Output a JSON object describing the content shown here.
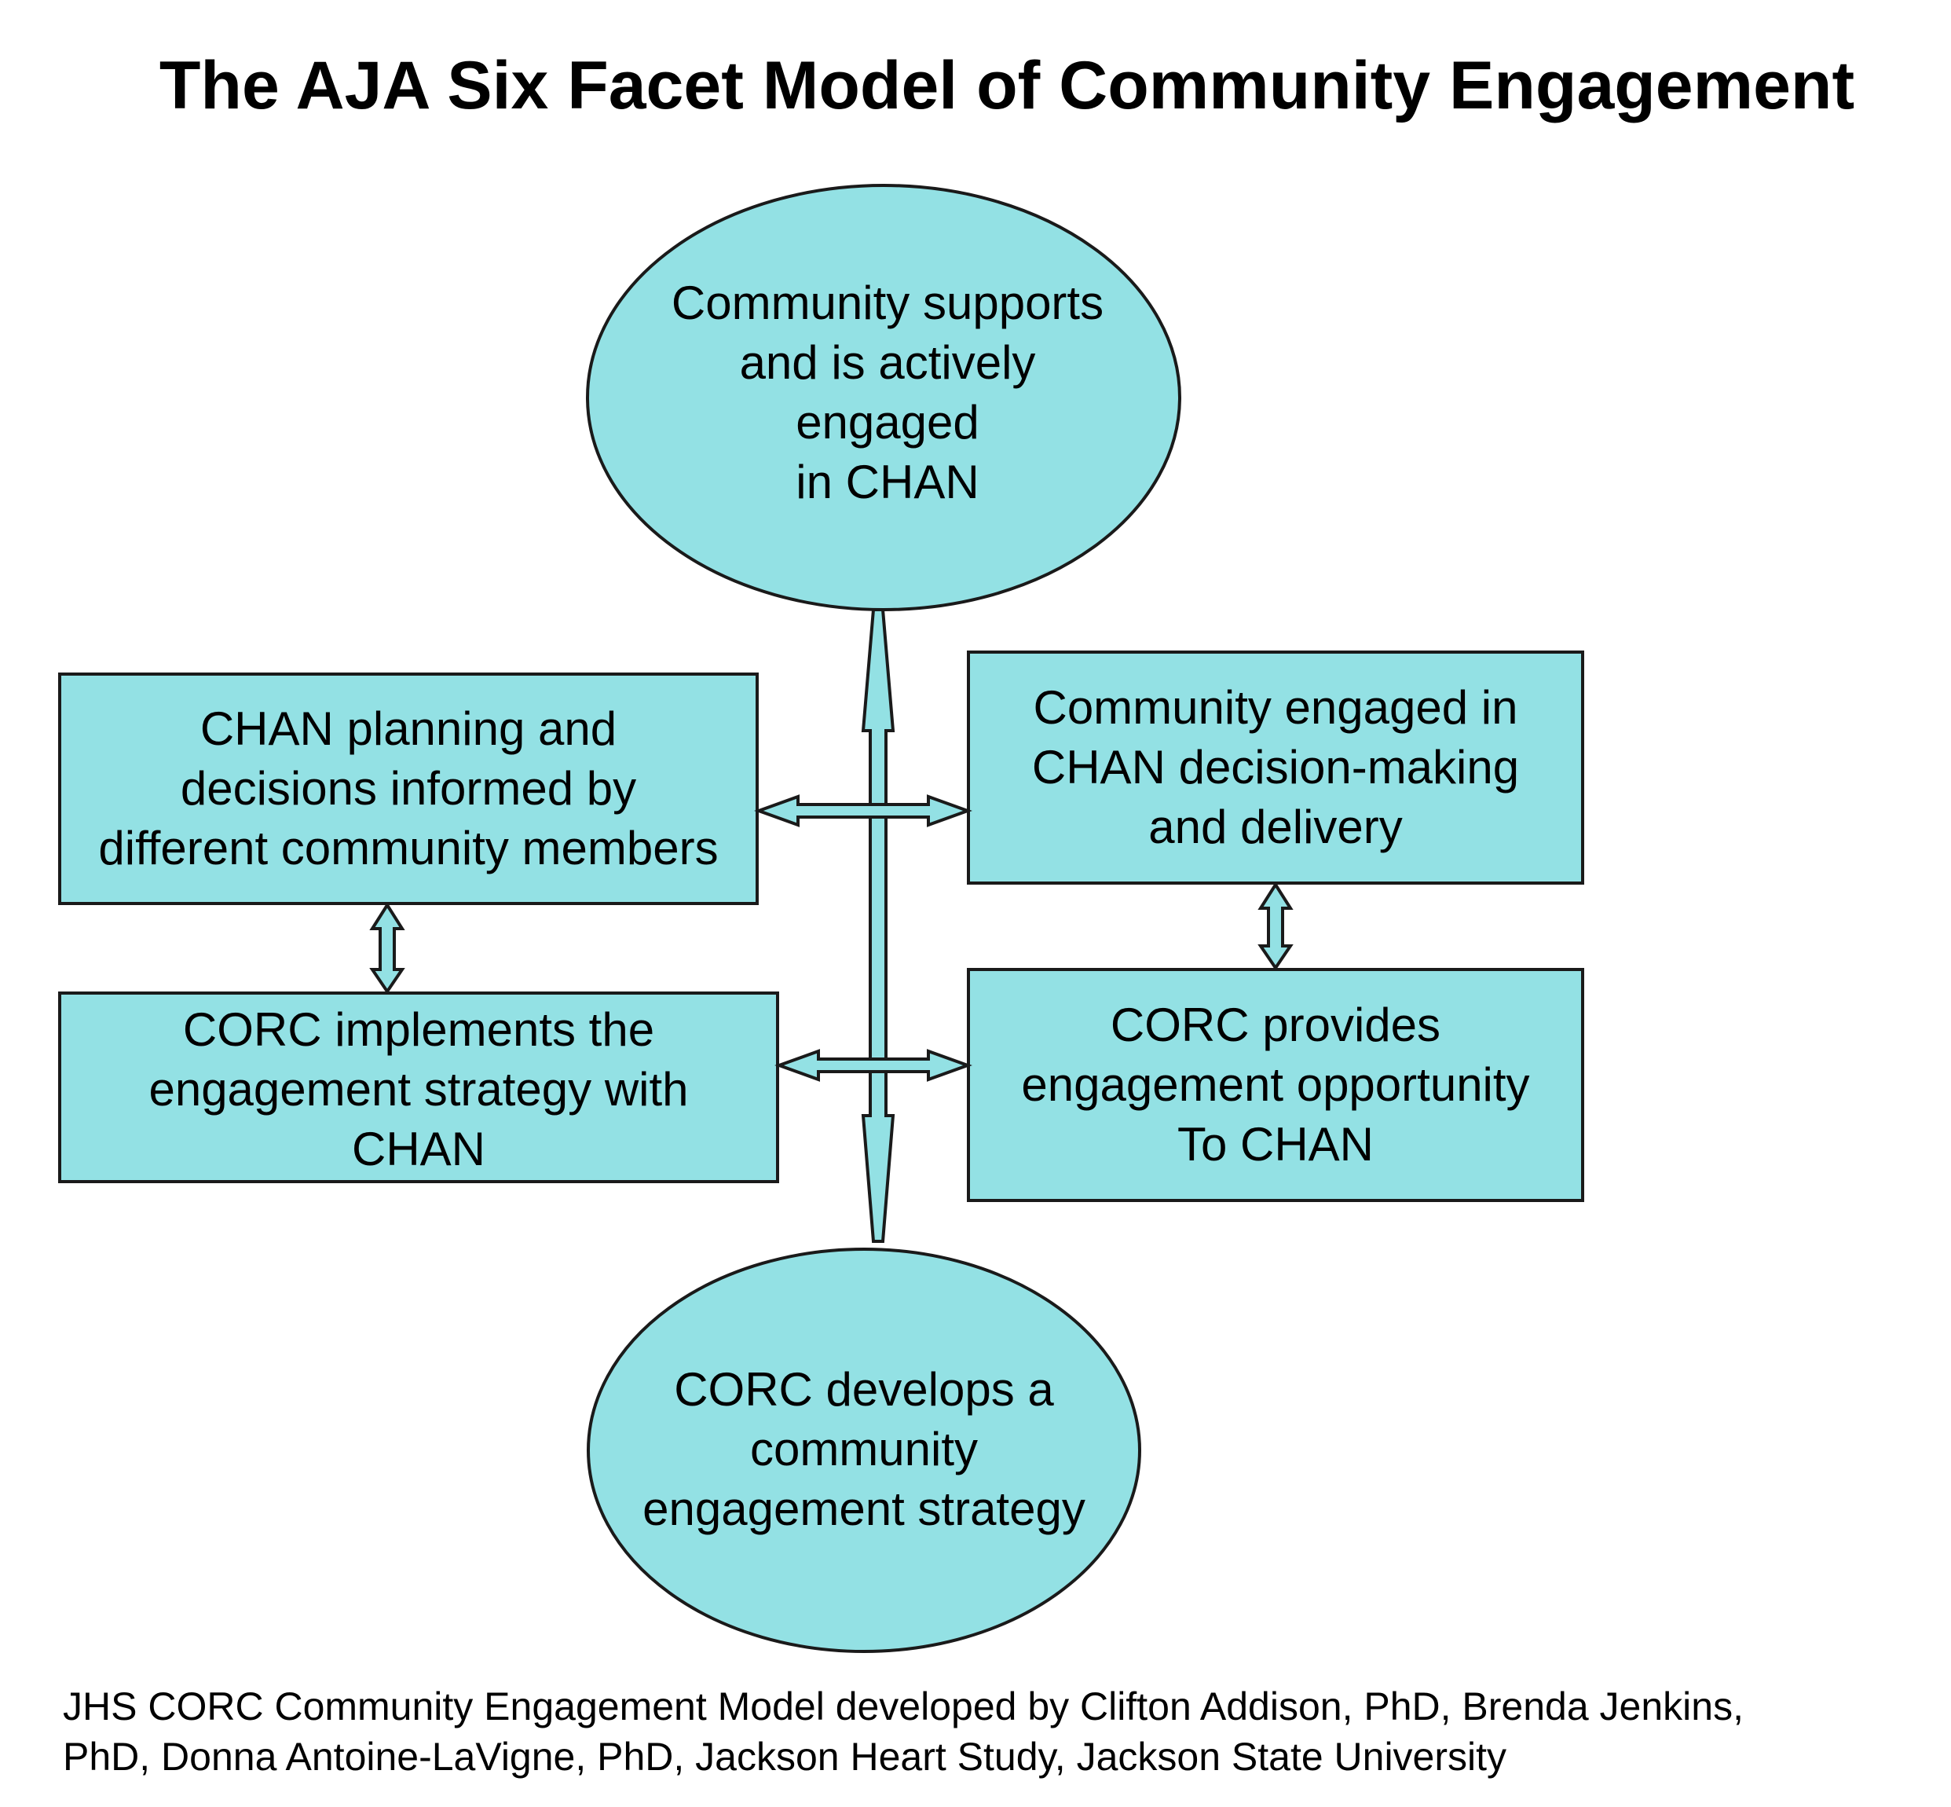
{
  "title": "The AJA Six Facet Model of Community Engagement",
  "colors": {
    "node_fill": "#93E1E4",
    "node_stroke": "#1a1a1a",
    "arrow_fill": "#93E1E4",
    "arrow_stroke": "#1a1a1a"
  },
  "nodes": {
    "top_ellipse": "Community supports\nand is actively\nengaged\nin CHAN",
    "left_upper_box": "CHAN planning and\ndecisions informed by\ndifferent community members",
    "right_upper_box": "Community engaged in\nCHAN decision-making\nand delivery",
    "left_lower_box": "CORC implements the\nengagement strategy with\nCHAN",
    "right_lower_box": "CORC provides\nengagement opportunity\nTo CHAN",
    "bottom_ellipse": "CORC develops a\ncommunity\nengagement strategy"
  },
  "caption": "JHS CORC Community Engagement Model developed by Clifton Addison, PhD, Brenda Jenkins,\nPhD, Donna Antoine-LaVigne, PhD, Jackson Heart Study, Jackson State University"
}
